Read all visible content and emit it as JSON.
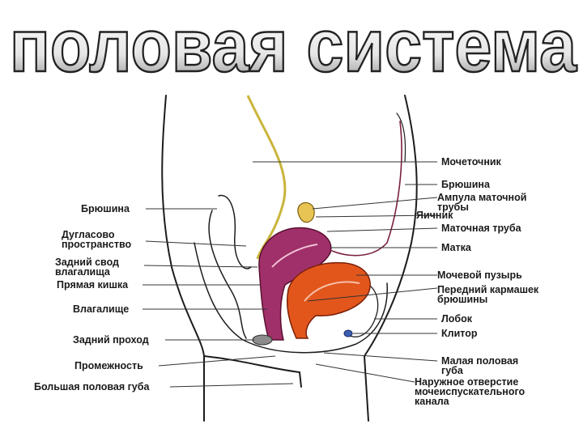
{
  "title": "половая система",
  "labels_left": {
    "bryushina": "Брюшина",
    "duglas_1": "Дугласово",
    "duglas_2": "пространство",
    "svod_1": "Задний свод",
    "svod_2": "влагалища",
    "kishka": "Прямая кишка",
    "vlagalishche": "Влагалище",
    "prokhod": "Задний проход",
    "promezhnost": "Промежность",
    "guba_b": "Большая половая губа"
  },
  "labels_right": {
    "mochetochnik": "Мочеточник",
    "bryushina": "Брюшина",
    "ampula_1": "Ампула маточной",
    "ampula_2": "трубы",
    "yaichnik": "Яичник",
    "truba": "Маточная труба",
    "matka": "Матка",
    "puzyr": "Мочевой пузырь",
    "karman_1": "Передний кармашек",
    "karman_2": "брюшины",
    "lobok": "Лобок",
    "klitor": "Клитор",
    "guba_m_1": "Малая половая",
    "guba_m_2": "губа",
    "otverstie_1": "Наружное отверстие",
    "otverstie_2": "мочеиспускательного",
    "otverstie_3": "канала"
  },
  "colors": {
    "title_fill": "#ffffff",
    "title_stroke": "#222222",
    "uterus": "#a0306a",
    "bladder": "#e2561c",
    "ureter": "#c9b53a",
    "ovary": "#e8c455",
    "outline": "#1c1c1c"
  }
}
